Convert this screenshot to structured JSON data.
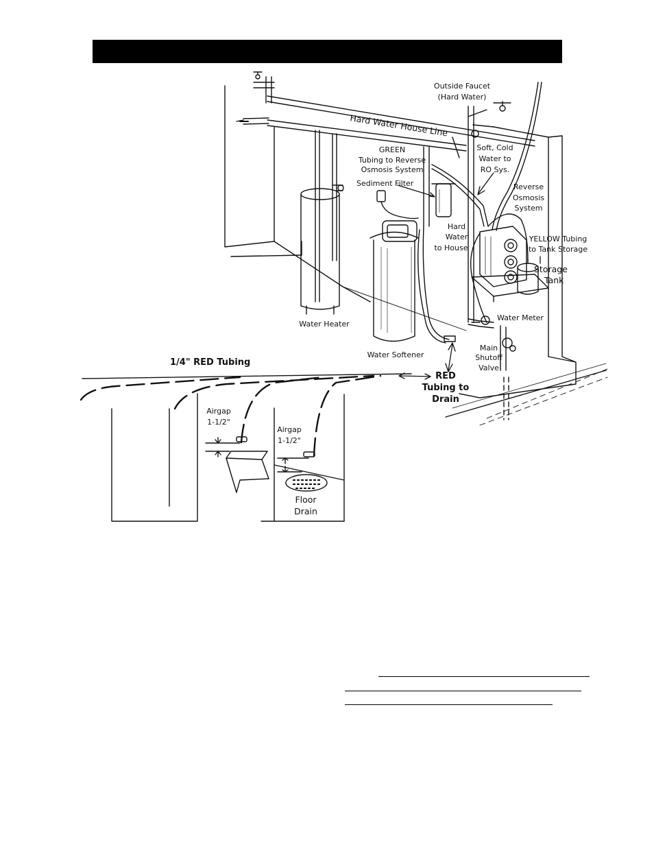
{
  "labels": {
    "outside_faucet": "Outside Faucet",
    "hard_water_paren": "(Hard Water)",
    "hard_water_house_line": "Hard Water House Line",
    "green_l1": "GREEN",
    "green_l2": "Tubing to Reverse",
    "green_l3": "Osmosis System",
    "soft_l1": "Soft, Cold",
    "soft_l2": "Water to",
    "soft_l3": "RO Sys.",
    "sediment_filter": "Sediment Filter",
    "reverse_l1": "Reverse",
    "reverse_l2": "Osmosis",
    "reverse_l3": "System",
    "hard_to_house_l1": "Hard",
    "hard_to_house_l2": "Water",
    "hard_to_house_l3": "to House",
    "yellow_l1": "YELLOW Tubing",
    "yellow_l2": "to Tank Storage",
    "storage_l1": "Storage",
    "storage_l2": "Tank",
    "water_heater": "Water Heater",
    "water_meter": "Water Meter",
    "shutoff_l1": "Main",
    "shutoff_l2": "Shutoff",
    "shutoff_l3": "Valve",
    "water_softener": "Water Softener",
    "red_tubing_quarter": "1/4\" RED Tubing",
    "red_drain_l1": "RED",
    "red_drain_l2": "Tubing to",
    "red_drain_l3": "Drain",
    "airgap1_l1": "Airgap",
    "airgap1_l2": "1-1/2\"",
    "airgap2_l1": "Airgap",
    "airgap2_l2": "1-1/2\"",
    "floor_l1": "Floor",
    "floor_l2": "Drain"
  }
}
